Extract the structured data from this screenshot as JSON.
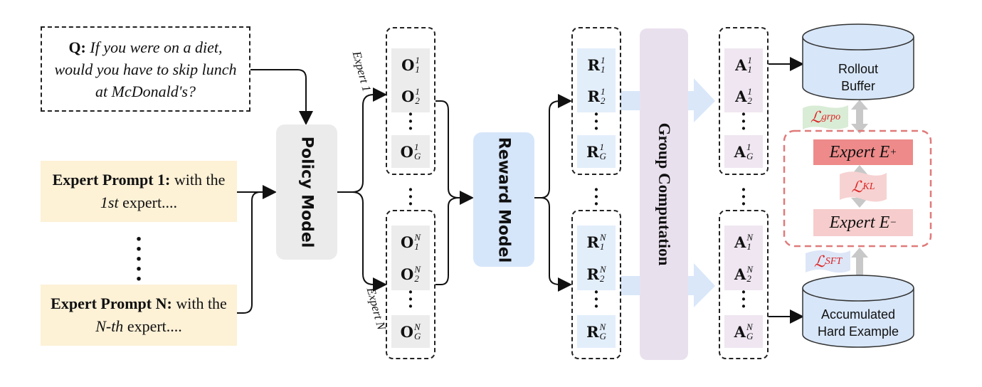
{
  "question": {
    "prefix": "Q:",
    "text_line1": " If you were on a diet,",
    "text_line2": "would you have to skip lunch",
    "text_line3": "at McDonald's?"
  },
  "expert_prompt_1": {
    "bold": "Expert Prompt 1:",
    "rest": " with the",
    "italic": "1st",
    "tail": " expert...."
  },
  "expert_prompt_n": {
    "bold": "Expert Prompt N:",
    "rest": " with the",
    "italic": "N-th",
    "tail": " expert...."
  },
  "policy_model": "Policy Model",
  "reward_model": "Reward Model",
  "group_computation": "Group Computation",
  "branch_labels": {
    "top": "Expert 1",
    "bottom": "Expert N"
  },
  "outputs": {
    "symbol": "O",
    "group1": [
      {
        "sub": "1",
        "sup": "1"
      },
      {
        "sub": "2",
        "sup": "1"
      },
      {
        "sub": "G",
        "sup": "1"
      }
    ],
    "groupN": [
      {
        "sub": "1",
        "sup": "N"
      },
      {
        "sub": "2",
        "sup": "N"
      },
      {
        "sub": "G",
        "sup": "N"
      }
    ]
  },
  "rewards": {
    "symbol": "R",
    "group1": [
      {
        "sub": "1",
        "sup": "1"
      },
      {
        "sub": "2",
        "sup": "1"
      },
      {
        "sub": "G",
        "sup": "1"
      }
    ],
    "groupN": [
      {
        "sub": "1",
        "sup": "N"
      },
      {
        "sub": "2",
        "sup": "N"
      },
      {
        "sub": "G",
        "sup": "N"
      }
    ]
  },
  "advantages": {
    "symbol": "A",
    "group1": [
      {
        "sub": "1",
        "sup": "1"
      },
      {
        "sub": "2",
        "sup": "1"
      },
      {
        "sub": "G",
        "sup": "1"
      }
    ],
    "groupN": [
      {
        "sub": "1",
        "sup": "N"
      },
      {
        "sub": "2",
        "sup": "N"
      },
      {
        "sub": "G",
        "sup": "N"
      }
    ]
  },
  "rollout_buffer": {
    "line1": "Rollout",
    "line2": "Buffer"
  },
  "hard_example": {
    "line1": "Accumulated",
    "line2": "Hard Example"
  },
  "expert_plus": {
    "text": "Expert E",
    "sup": "+"
  },
  "expert_minus": {
    "text": "Expert E",
    "sup": "−"
  },
  "loss_grpo": {
    "symbol": "ℒ",
    "sub": "grpo"
  },
  "loss_kl": {
    "symbol": "ℒ",
    "sub": "KL"
  },
  "loss_sft": {
    "symbol": "ℒ",
    "sub": "SFT"
  },
  "colors": {
    "expert_prompt_bg": "#fdf1d6",
    "policy_bg": "#ebebeb",
    "reward_bg": "#d6e6fa",
    "group_bg": "#e9e0ee",
    "database_fill": "#d7e6f8",
    "expert_plus_bg": "#ee8a8a",
    "expert_minus_bg": "#f6cccc",
    "loss_text": "#dd2222",
    "kl_dashed_box": "#e07a7a"
  }
}
